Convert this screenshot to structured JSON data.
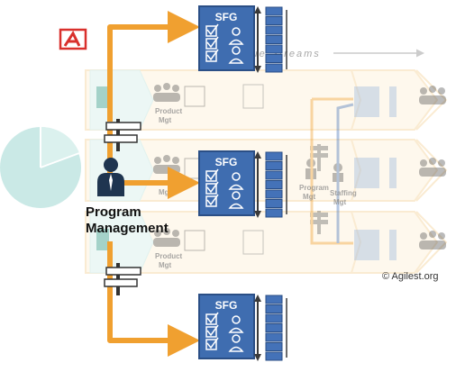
{
  "logo": {
    "mark": "A",
    "color": "#d9302c"
  },
  "banner": {
    "text": "Value Streams"
  },
  "sfg_label": "SFG",
  "faded_labels": {
    "product_mgt_line1": "Product",
    "product_mgt_line2": "Mgt",
    "program_mgt_line1": "Program",
    "program_mgt_line2": "Mgt",
    "staffing_mgt_line1": "Staffing",
    "staffing_mgt_line2": "Mgt"
  },
  "role": {
    "line1": "Program",
    "line2": "Management"
  },
  "copyright": "© Agilest.org",
  "colors": {
    "accent_orange": "#f0a030",
    "sfg_blue": "#3f6db0",
    "sfg_border": "#2b4f86",
    "kanban_blue": "#4472b8",
    "person_dark": "#1f3550",
    "faded_teal": "#9fd8d2",
    "faded_orange": "#f6d59c"
  },
  "icons": [
    "logo-icon",
    "checklist-icon",
    "people-icon",
    "kanban-icon",
    "signpost-icon",
    "person-icon",
    "pie-icon",
    "building-icon"
  ]
}
